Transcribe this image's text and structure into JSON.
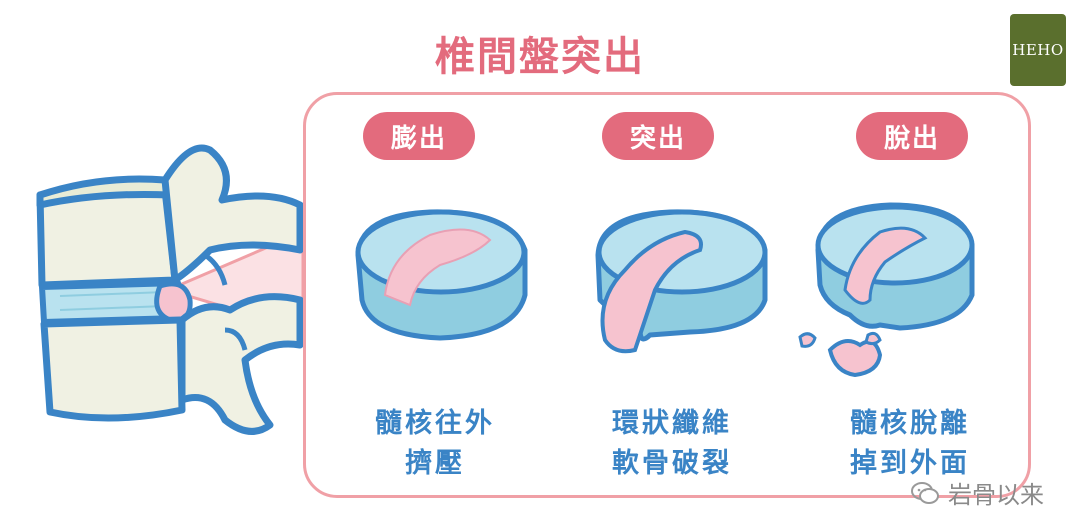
{
  "title": "椎間盤突出",
  "logo": {
    "text": "HEHO"
  },
  "panels": [
    {
      "label": "膨出",
      "caption_line1": "髓核往外",
      "caption_line2": "擠壓"
    },
    {
      "label": "突出",
      "caption_line1": "環狀纖維",
      "caption_line2": "軟骨破裂"
    },
    {
      "label": "脫出",
      "caption_line1": "髓核脫離",
      "caption_line2": "掉到外面"
    }
  ],
  "watermark": {
    "text": "岩骨以来"
  },
  "colors": {
    "title": "#e36b7d",
    "pill": "#e36b7d",
    "frame": "#f0a0a6",
    "caption": "#3a84c6",
    "bone_fill": "#f0f1e3",
    "bone_outline": "#3a84c6",
    "disc_fill": "#b9e2ef",
    "nucleus": "#f6c3cf",
    "logo_bg": "#5a6f2d"
  }
}
